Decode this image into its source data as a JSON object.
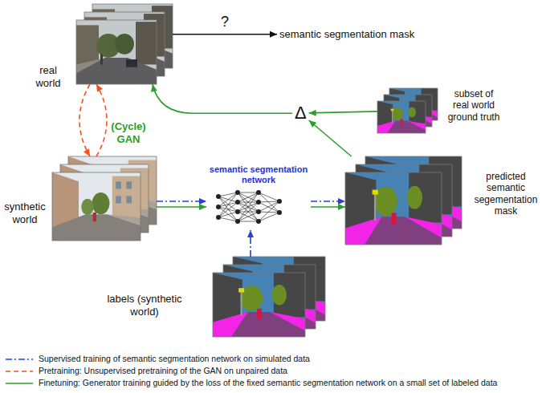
{
  "diagram": {
    "nodes": [
      {
        "text": [
          "real world"
        ]
      },
      {
        "text": [
          "semantic segmentation mask"
        ]
      },
      {
        "text": [
          "subset of real world ground truth"
        ]
      },
      {
        "text": [
          "Δ"
        ]
      },
      {
        "text": [
          "synthetic world"
        ]
      },
      {
        "text": [
          "semantic segmentation network"
        ]
      },
      {
        "text": [
          "predicted semantic segementation mask"
        ]
      },
      {
        "text": [
          "labels (synthetic world)"
        ]
      }
    ],
    "edges": [
      {
        "from": 0,
        "to": 1,
        "arrow": "to",
        "label": "?"
      },
      {
        "from": 2,
        "to": 3,
        "arrow": "to"
      },
      {
        "from": 6,
        "to": 3,
        "arrow": "to"
      },
      {
        "from": 3,
        "to": 0,
        "arrow": "to"
      },
      {
        "from": 0,
        "to": 4,
        "arrow": "to"
      },
      {
        "from": 4,
        "to": 0,
        "arrow": "to"
      },
      {
        "from": 4,
        "to": 5,
        "arrow": "to"
      },
      {
        "from": 4,
        "to": 5,
        "arrow": "to"
      },
      {
        "from": 5,
        "to": 6,
        "arrow": "to"
      },
      {
        "from": 5,
        "to": 6,
        "arrow": "to"
      },
      {
        "from": 7,
        "to": 5,
        "arrow": "to"
      }
    ],
    "labels": [
      "(Cycle) GAN"
    ],
    "legend": [
      {
        "text": "Supervised training of semantic segmentation network on simulated data"
      },
      {
        "text": "Pretraining: Unsupervised pretraining of the GAN on unpaired data"
      },
      {
        "text": "Finetuning: Generator training guided by the loss of the fixed semantic segmentation network on a small set of labeled data"
      }
    ]
  }
}
